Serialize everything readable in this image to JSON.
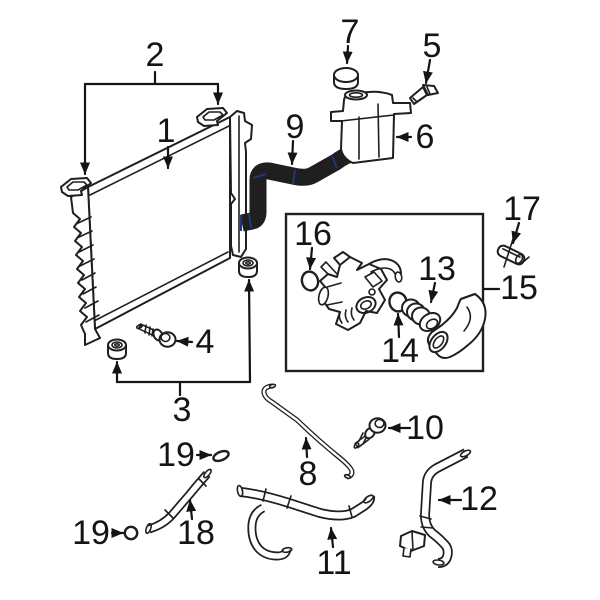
{
  "diagram": {
    "background_color": "#ffffff",
    "line_color": "#1f1f1f",
    "highlight": {
      "fill": "#3e63b3",
      "outline": "#1d3a74"
    },
    "callouts": {
      "c1": "1",
      "c2": "2",
      "c3": "3",
      "c4": "4",
      "c5": "5",
      "c6": "6",
      "c7": "7",
      "c8": "8",
      "c9": "9",
      "c10": "10",
      "c11": "11",
      "c12": "12",
      "c13": "13",
      "c14": "14",
      "c15": "15",
      "c16": "16",
      "c17": "17",
      "c18": "18",
      "c19a": "19",
      "c19b": "19"
    }
  }
}
